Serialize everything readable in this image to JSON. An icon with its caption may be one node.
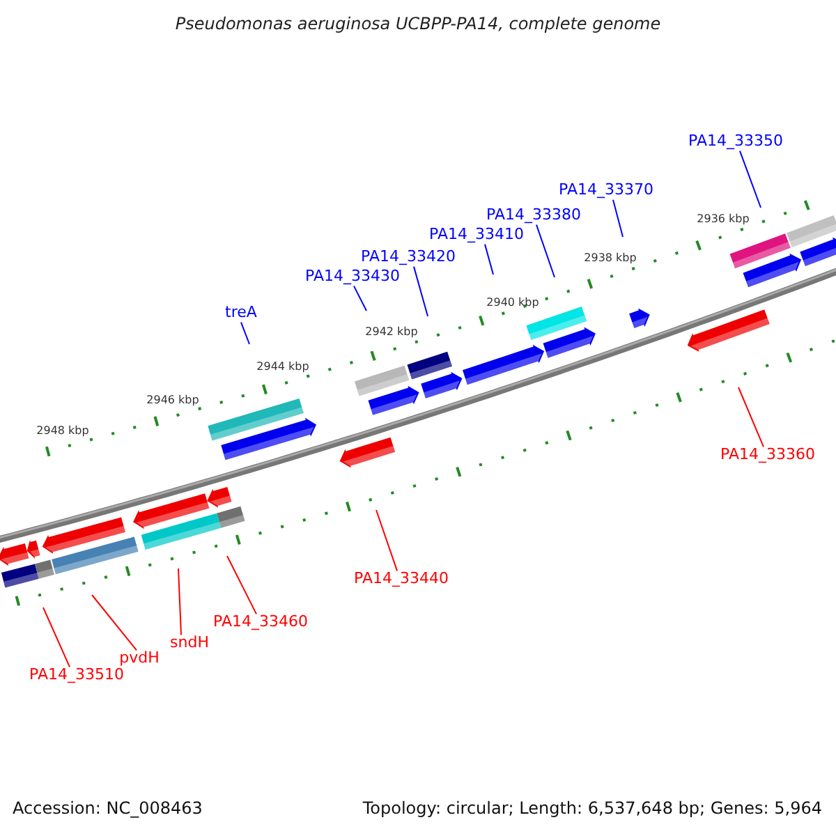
{
  "diagram": {
    "title": "Pseudomonas aeruginosa UCBPP-PA14, complete genome",
    "nodes": [
      {
        "text": [
          "PA14_33350"
        ]
      },
      {
        "text": [
          "PA14_33370"
        ]
      },
      {
        "text": [
          "PA14_33380"
        ]
      },
      {
        "text": [
          "PA14_33410"
        ]
      },
      {
        "text": [
          "PA14_33420"
        ]
      },
      {
        "text": [
          "PA14_33430"
        ]
      },
      {
        "text": [
          "treA"
        ]
      },
      {
        "text": [
          "PA14_33360"
        ]
      },
      {
        "text": [
          "PA14_33440"
        ]
      },
      {
        "text": [
          "PA14_33460"
        ]
      },
      {
        "text": [
          "sndH"
        ]
      },
      {
        "text": [
          "pvdH"
        ]
      },
      {
        "text": [
          "PA14_33510"
        ]
      }
    ],
    "edges": [
      {
        "from": 0,
        "to": null,
        "arrow": "none"
      },
      {
        "from": 1,
        "to": null,
        "arrow": "none"
      },
      {
        "from": 2,
        "to": null,
        "arrow": "none"
      },
      {
        "from": 3,
        "to": null,
        "arrow": "none"
      },
      {
        "from": 4,
        "to": null,
        "arrow": "none"
      },
      {
        "from": 5,
        "to": null,
        "arrow": "none"
      },
      {
        "from": 6,
        "to": null,
        "arrow": "none"
      },
      {
        "from": 7,
        "to": null,
        "arrow": "none",
        "color": "#ff0000"
      },
      {
        "from": 8,
        "to": null,
        "arrow": "none",
        "color": "#ff0000"
      },
      {
        "from": 9,
        "to": null,
        "arrow": "none",
        "color": "#ff0000"
      },
      {
        "from": 10,
        "to": null,
        "arrow": "none",
        "color": "#ff0000"
      },
      {
        "from": 11,
        "to": null,
        "arrow": "none",
        "color": "#ff0000"
      },
      {
        "from": 12,
        "to": null,
        "arrow": "none",
        "color": "#ff0000"
      }
    ],
    "labels": [
      "2936 kbp",
      "2938 kbp",
      "2940 kbp",
      "2942 kbp",
      "2944 kbp",
      "2946 kbp",
      "2948 kbp",
      "Accession: NC_008463",
      "Topology: circular; Length: 6,537,648 bp; Genes: 5,964"
    ]
  }
}
